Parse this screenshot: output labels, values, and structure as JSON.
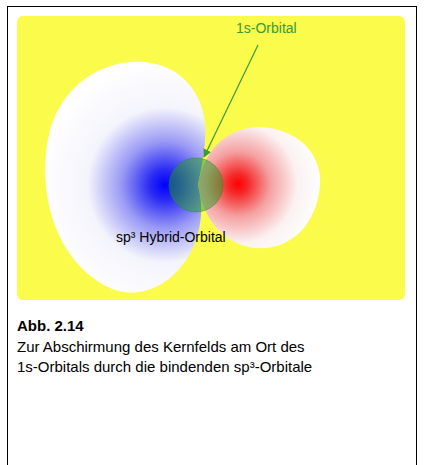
{
  "diagram": {
    "title": "Abb. 2.14",
    "caption": "Zur Abschirmung des Kernfelds am Ort des 1s-Orbitals durch die bindenden sp³-Orbitale",
    "labels": [
      "1s-Orbital",
      "sp³ Hybrid-Orbital"
    ]
  }
}
